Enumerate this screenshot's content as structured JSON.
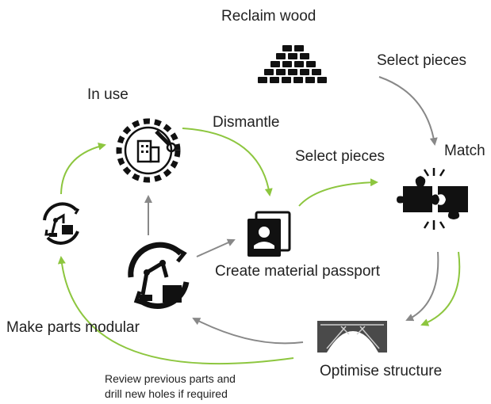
{
  "nodes": {
    "reclaim_wood": "Reclaim wood",
    "select_pieces_top": "Select pieces",
    "in_use": "In use",
    "dismantle": "Dismantle",
    "select_pieces_mid": "Select pieces",
    "match": "Match",
    "create_passport": "Create material passport",
    "make_modular": "Make parts modular",
    "optimise": "Optimise structure",
    "review_line1": "Review previous parts and",
    "review_line2": "drill new holes if required"
  },
  "icons": [
    "brick-wall-icon",
    "building-gear-icon",
    "robot-arm-small-icon",
    "robot-arm-cycle-icon",
    "passport-icon",
    "puzzle-match-icon",
    "topology-structure-icon"
  ],
  "colors": {
    "green_arrow": "#8dc63f",
    "grey_arrow": "#888888",
    "icon": "#111111"
  }
}
